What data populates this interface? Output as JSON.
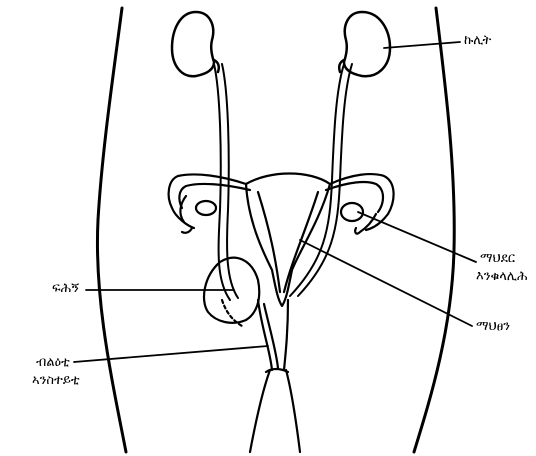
{
  "labels": {
    "kidney": "ኩሊት",
    "ovary_line1": "ማህደር",
    "ovary_line2": "እንቁላሊሕ",
    "uterus": "ማህፀን",
    "bladder": "ፍሕኝ",
    "urethra_line1": "ብልዕቲ",
    "urethra_line2": "ኣንስተይቲ"
  },
  "colors": {
    "line": "#000000",
    "background": "#ffffff"
  }
}
